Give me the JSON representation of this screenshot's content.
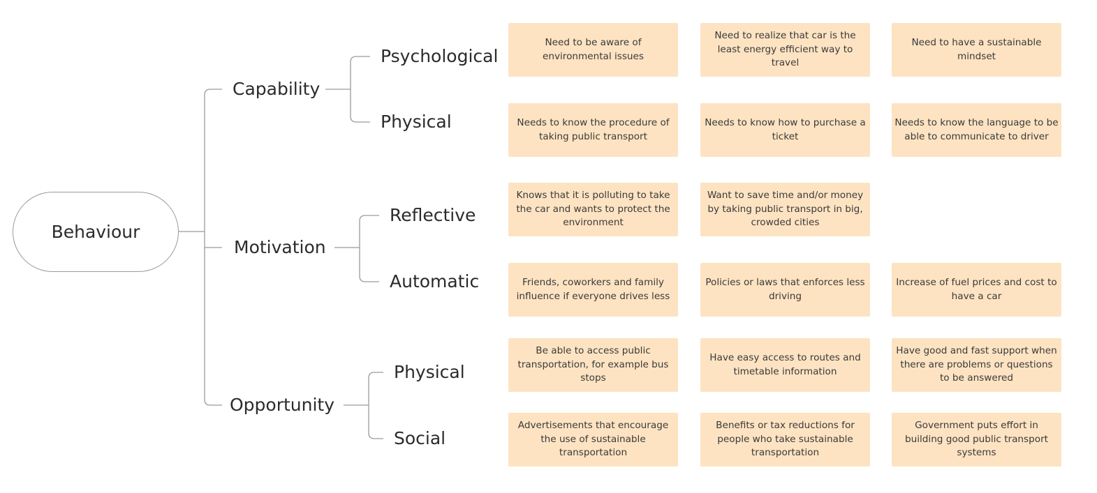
{
  "root": {
    "label": "Behaviour"
  },
  "categories": [
    {
      "label": "Capability",
      "subs": [
        {
          "label": "Psychological",
          "cards": [
            "Need to be aware of environmental issues",
            "Need to realize that car is the least energy efficient way to travel",
            "Need to have a sustainable mindset"
          ]
        },
        {
          "label": "Physical",
          "cards": [
            "Needs to know the procedure of taking public transport",
            "Needs to know how to purchase a ticket",
            "Needs to know the language to be able to communicate to driver"
          ]
        }
      ]
    },
    {
      "label": "Motivation",
      "subs": [
        {
          "label": "Reflective",
          "cards": [
            "Knows that it is polluting to take the car and wants to protect the environment",
            "Want to save time and/or money by taking public transport in big, crowded cities"
          ]
        },
        {
          "label": "Automatic",
          "cards": [
            "Friends, coworkers and family influence if everyone drives less",
            "Policies or laws that enforces less driving",
            "Increase of fuel prices and cost to have a car"
          ]
        }
      ]
    },
    {
      "label": "Opportunity",
      "subs": [
        {
          "label": "Physical",
          "cards": [
            "Be able to access public transportation, for example bus stops",
            "Have easy access to routes and timetable information",
            "Have good and fast support when there are problems or questions to be answered"
          ]
        },
        {
          "label": "Social",
          "cards": [
            "Advertisements that encourage the use of sustainable transportation",
            "Benefits or tax reductions for people who take sustainable transportation",
            "Government puts effort in building good public transport systems"
          ]
        }
      ]
    }
  ]
}
